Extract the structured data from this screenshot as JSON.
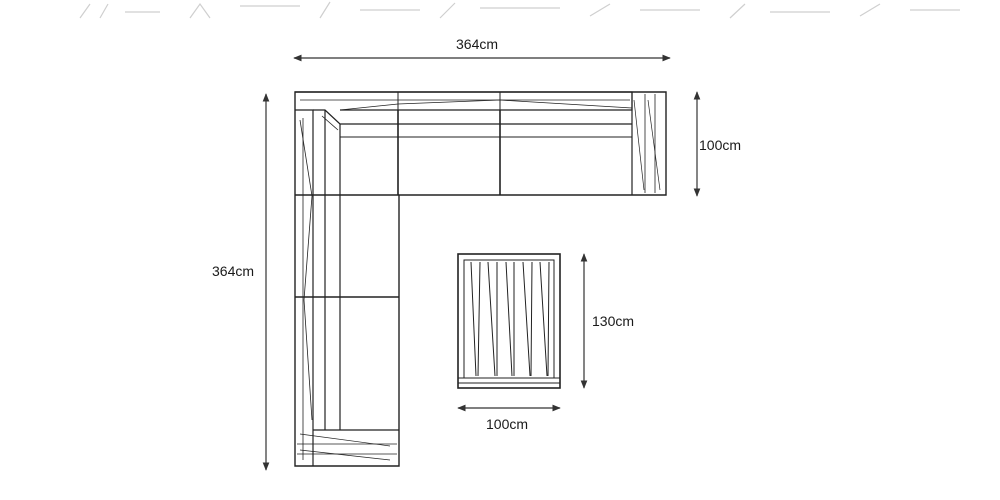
{
  "dimensions": {
    "sofa_width": "364cm",
    "sofa_depth": "100cm",
    "sofa_length": "364cm",
    "table_length": "130cm",
    "table_width": "100cm"
  },
  "colors": {
    "line": "#222222",
    "arrow": "#333333",
    "background": "#ffffff"
  }
}
